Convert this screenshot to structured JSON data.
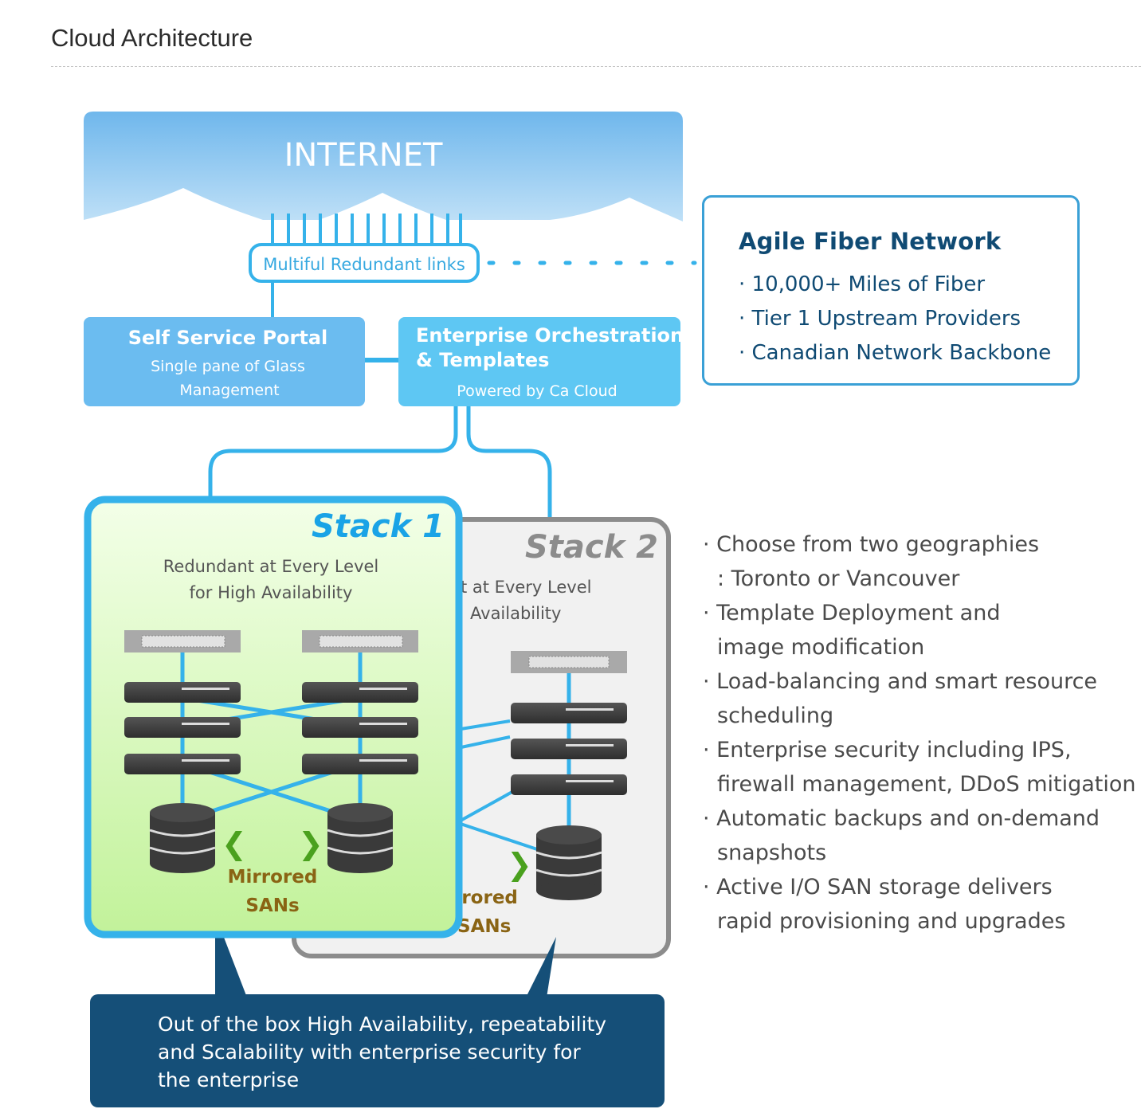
{
  "page": {
    "heading": "Cloud Architecture"
  },
  "internet": {
    "label": "INTERNET"
  },
  "links": {
    "label": "Multiful Redundant links"
  },
  "self_service": {
    "title": "Self Service Portal",
    "line1": "Single pane of Glass",
    "line2": "Management"
  },
  "orchestration": {
    "title_line1": "Enterprise Orchestration",
    "title_line2": "& Templates",
    "subtitle": "Powered by Ca Cloud"
  },
  "agile": {
    "title": "Agile Fiber Network",
    "items": [
      "· 10,000+ Miles of Fiber",
      "· Tier 1 Upstream Providers",
      "· Canadian Network Backbone"
    ]
  },
  "stack1": {
    "title": "Stack 1",
    "subtitle_line1": "Redundant at Every Level",
    "subtitle_line2": "for High Availability",
    "mirrored_line1": "Mirrored",
    "mirrored_line2": "SANs"
  },
  "stack2": {
    "title": "Stack 2",
    "subtitle_line1": "t at Every Level",
    "subtitle_line2": "Availability",
    "mirrored_line1": "rrored",
    "mirrored_line2": "SANs"
  },
  "features": [
    {
      "line1": "· Choose from two geographies",
      "line2": ": Toronto or Vancouver"
    },
    {
      "line1": "· Template Deployment and",
      "line2": "image modification"
    },
    {
      "line1": "· Load-balancing and smart resource",
      "line2": "scheduling"
    },
    {
      "line1": "· Enterprise security including IPS,",
      "line2": "firewall management, DDoS mitigation"
    },
    {
      "line1": "· Automatic backups and on-demand",
      "line2": "snapshots"
    },
    {
      "line1": "· Active I/O SAN storage delivers",
      "line2": "rapid provisioning and upgrades"
    }
  ],
  "callout": {
    "line1": "Out of the box High Availability, repeatability",
    "line2": "and Scalability with enterprise security for",
    "line3": "the enterprise"
  },
  "colors": {
    "internet_blue": "#8cc6f0",
    "line_blue": "#35b2ea",
    "stack1_border": "#35b2ea",
    "stack1_fill": "#ccf5a5",
    "stack2_border": "#8c8c8c",
    "callout_navy": "#154f78",
    "mirrored_gold": "#8a6414",
    "arrow_green": "#4aa11e"
  }
}
